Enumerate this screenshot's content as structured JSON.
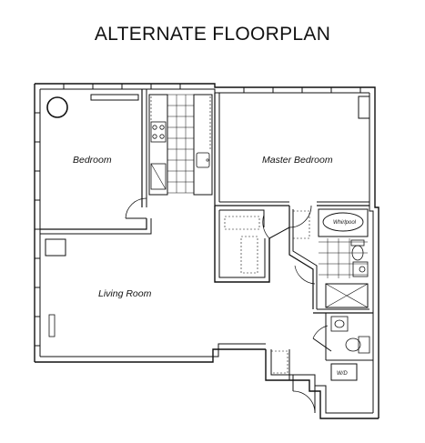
{
  "title": "ALTERNATE FLOORPLAN",
  "rooms": {
    "bedroom": "Bedroom",
    "master_bedroom": "Master Bedroom",
    "living_room": "Living Room"
  },
  "fixtures": {
    "whirlpool": "Whirlpool",
    "wd": "W/D"
  }
}
